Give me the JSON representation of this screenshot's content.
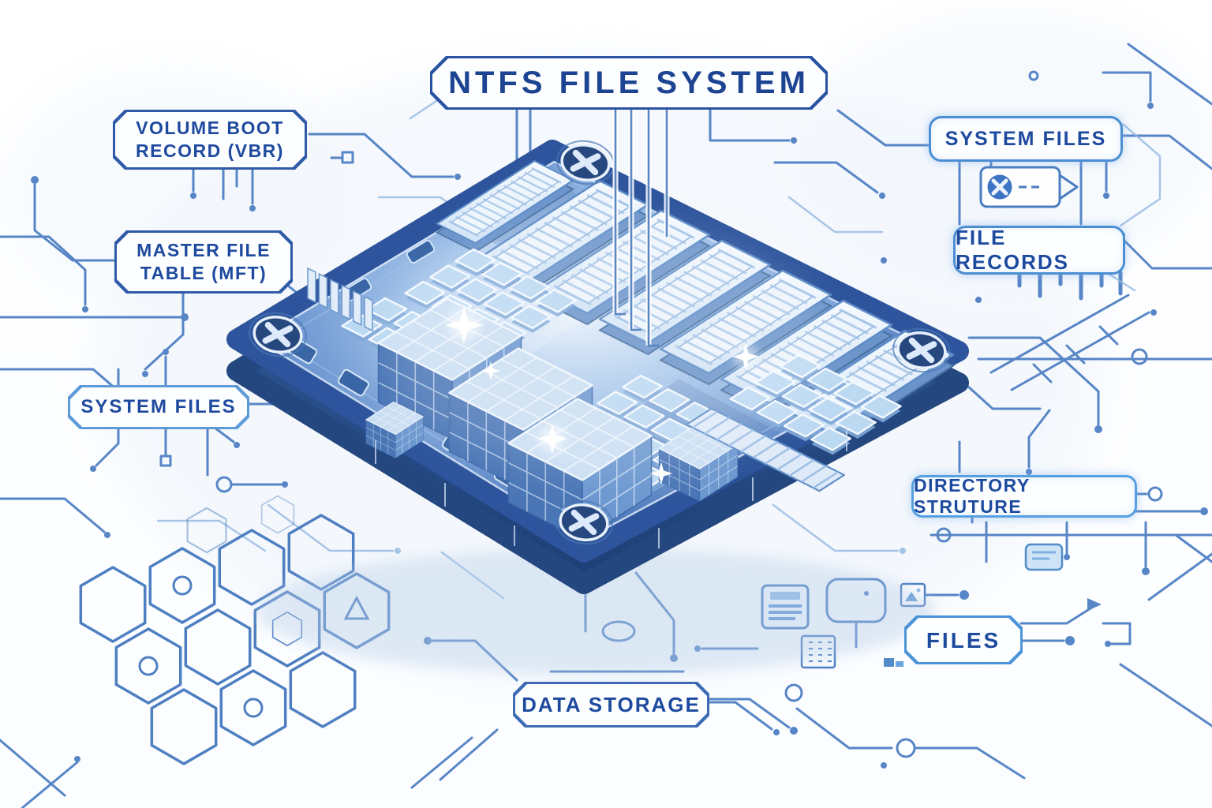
{
  "title": "NTFS FILE SYSTEM",
  "labels": {
    "volume_boot_record": {
      "line1": "VOLUME BOOT",
      "line2": "RECORD (VBR)"
    },
    "master_file_table": {
      "line1": "MASTER FILE",
      "line2": "TABLE (MFT)"
    },
    "system_files_left": "SYSTEM FILES",
    "system_files_right": "SYSTEM FILES",
    "file_records": "FILE RECORDS",
    "directory_structure": "DIRECTORY STRUTURE",
    "files": "FILES",
    "data_storage": "DATA STORAGE"
  },
  "icons": [
    "screw-x-icon",
    "screw-tag-icon",
    "printer-icon",
    "picture-icon",
    "dots-grid-icon",
    "sd-card-icon",
    "card-outline-icon",
    "hexagon-cell",
    "ram-module",
    "keycap-grid",
    "block-tower"
  ],
  "colors": {
    "background": "#ffffff",
    "trace_blue": "#4a7cc2",
    "trace_light": "#93b8e2",
    "label_border_dark": "#2f5aa8",
    "label_border_light": "#4f8fd4",
    "label_text": "#1d4a9e",
    "chip_edge": "#2d549c",
    "chip_surface": "#5b88c6",
    "chip_highlight": "#dce9f8"
  }
}
